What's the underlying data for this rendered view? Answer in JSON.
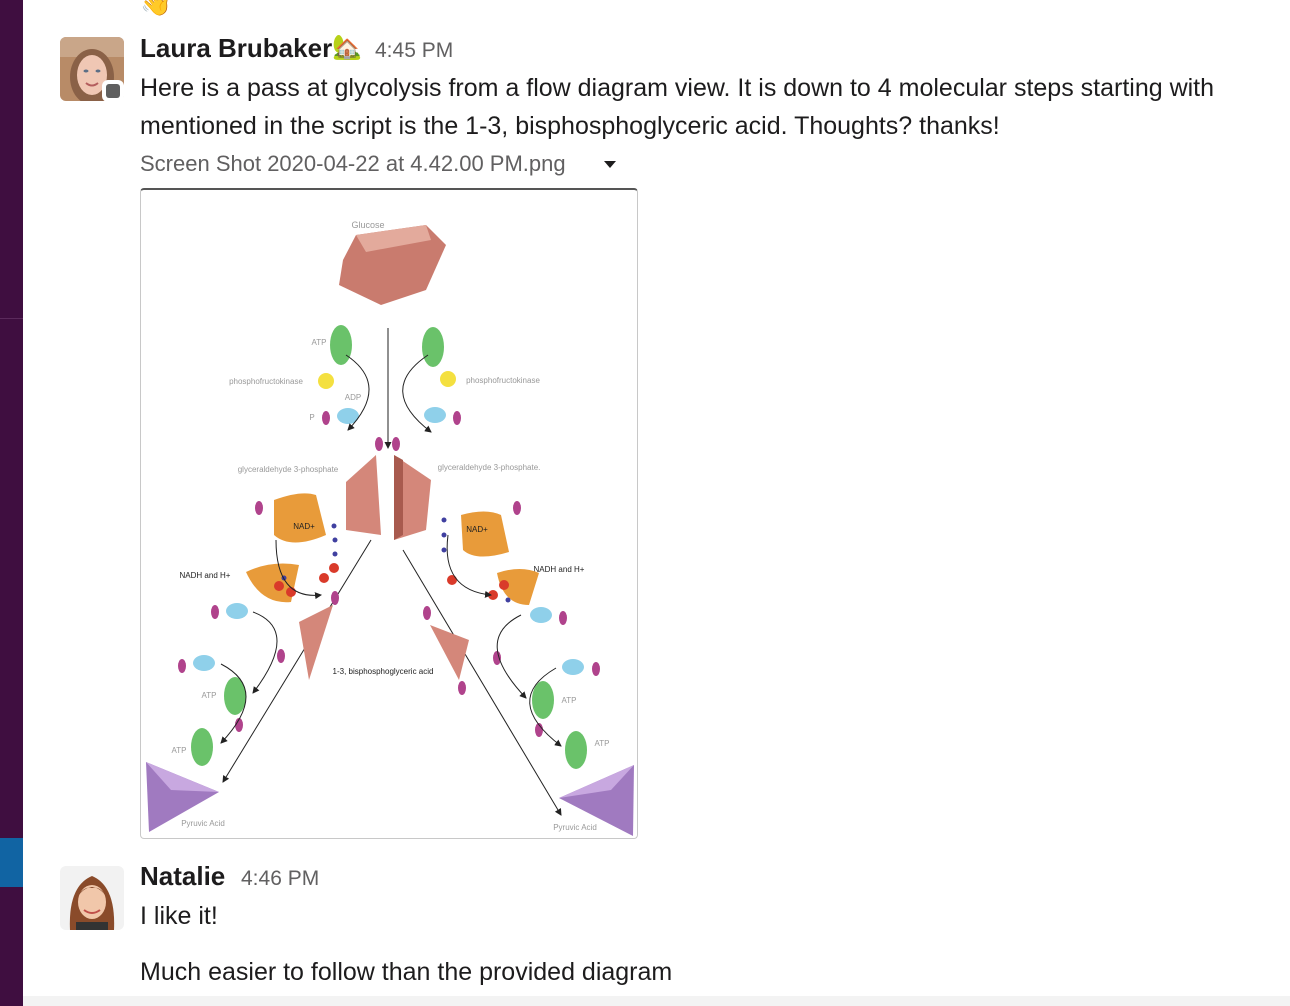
{
  "messages": [
    {
      "author": "Laura Brubaker",
      "status_emoji": "🏡",
      "time": "4:45 PM",
      "lines": [
        "Here is a pass at glycolysis from a flow diagram view.  It is down to 4 molecular steps starting with",
        "mentioned in the script is the 1-3, bisphosphoglyceric acid.  Thoughts?  thanks!"
      ],
      "file": {
        "name": "Screen Shot 2020-04-22 at 4.42.00 PM.png",
        "diagram": {
          "glucose": "Glucose",
          "atp": "ATP",
          "adp": "ADP",
          "p": "P",
          "phosphofructokinase": "phosphofructokinase",
          "g3p_left": "glyceraldehyde 3-phosphate",
          "g3p_right": "glyceraldehyde 3-phosphate.",
          "nad": "NAD+",
          "nadh": "NADH and H+",
          "bpg": "1-3, bisphosphoglyceric acid",
          "pyruvic": "Pyruvic Acid"
        }
      }
    },
    {
      "author": "Natalie",
      "time": "4:46 PM",
      "lines": [
        "I like it!",
        "Much easier to follow than the provided diagram"
      ]
    }
  ],
  "top_reaction_emoji": "👋",
  "colors": {
    "sidebar": "#3f0e40",
    "active_channel": "#1164a3",
    "timestamp": "#616061",
    "text": "#1d1c1d"
  },
  "icons": {
    "presence": "presence-away-icon",
    "file_menu": "caret-down-icon"
  }
}
